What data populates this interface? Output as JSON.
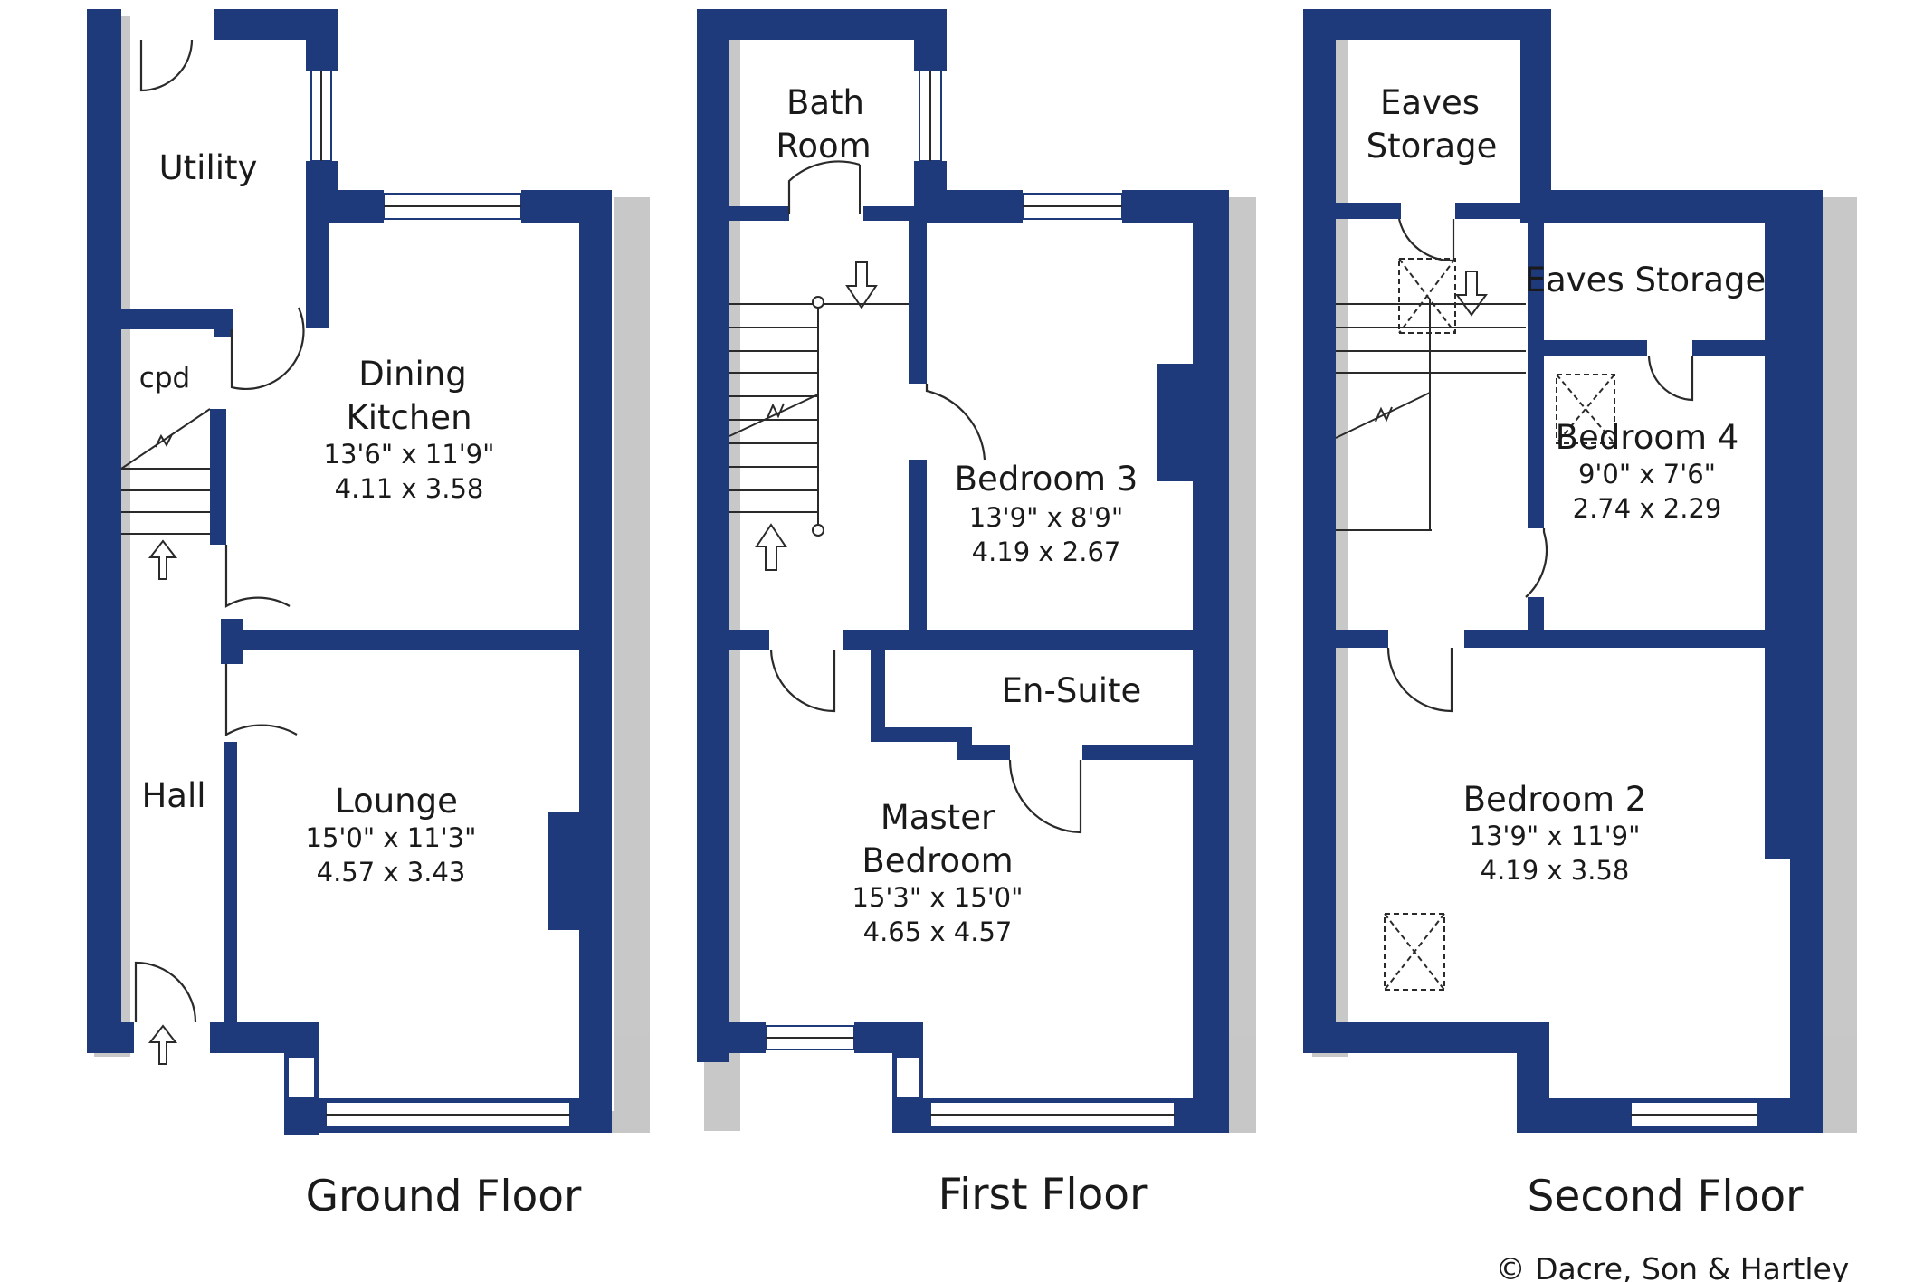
{
  "colors": {
    "wall": "#1e3a7b",
    "text": "#1a1a1a",
    "background": "#ffffff"
  },
  "floors": [
    {
      "id": "ground",
      "name": "Ground Floor",
      "rooms": {
        "utility": {
          "name": "Utility"
        },
        "cpd": {
          "name": "cpd"
        },
        "dining": {
          "name_line1": "Dining",
          "name_line2": "Kitchen",
          "imperial": "13'6\"  x  11'9\"",
          "metric": "4.11  x   3.58"
        },
        "hall": {
          "name": "Hall"
        },
        "lounge": {
          "name": "Lounge",
          "imperial": "15'0\"  x  11'3\"",
          "metric": "4.57  x   3.43"
        }
      }
    },
    {
      "id": "first",
      "name": "First Floor",
      "rooms": {
        "bath": {
          "name_line1": "Bath",
          "name_line2": "Room"
        },
        "bedroom3": {
          "name": "Bedroom 3",
          "imperial": "13'9\"  x   8'9\"",
          "metric": "4.19   x   2.67"
        },
        "ensuite": {
          "name": "En-Suite"
        },
        "master": {
          "name_line1": "Master",
          "name_line2": "Bedroom",
          "imperial": "15'3\"  x  15'0\"",
          "metric": "4.65   x   4.57"
        }
      }
    },
    {
      "id": "second",
      "name": "Second Floor",
      "rooms": {
        "eaves1": {
          "name_line1": "Eaves",
          "name_line2": "Storage"
        },
        "eaves2": {
          "name": "Eaves Storage"
        },
        "bedroom4": {
          "name": "Bedroom 4",
          "imperial": "9'0\"   x   7'6\"",
          "metric": "2.74   x   2.29"
        },
        "bedroom2": {
          "name": "Bedroom 2",
          "imperial": "13'9\"  x  11'9\"",
          "metric": "4.19   x   3.58"
        }
      }
    }
  ],
  "copyright": "© Dacre, Son & Hartley",
  "icons": [
    "door-swing-icon",
    "window-icon",
    "stair-arrow-icon",
    "rooflight-icon"
  ]
}
